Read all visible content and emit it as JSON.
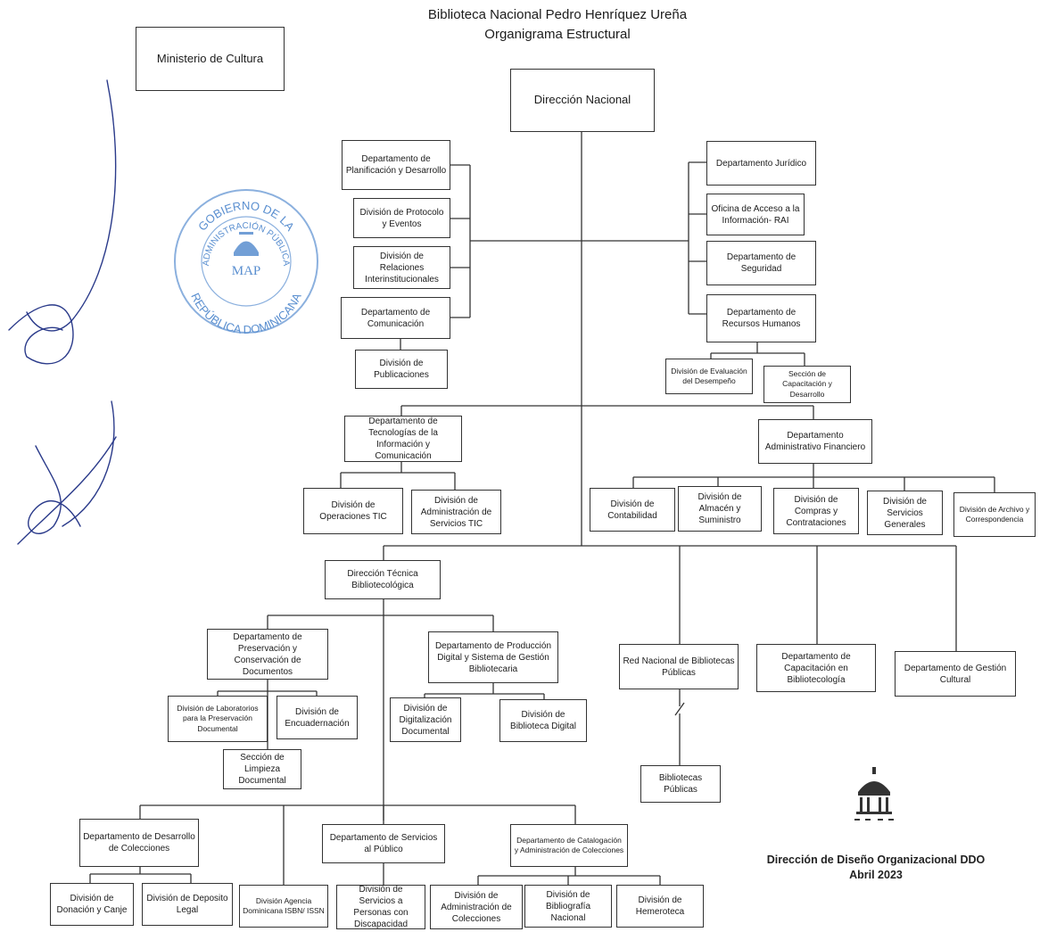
{
  "header": {
    "title": "Biblioteca Nacional Pedro Henríquez Ureña",
    "subtitle": "Organigrama Estructural"
  },
  "nodes": {
    "ministerio": "Ministerio de Cultura",
    "direccion_nacional": "Dirección Nacional",
    "planificacion": "Departamento de Planificación y Desarrollo",
    "protocolo": "División de Protocolo y Eventos",
    "relaciones": "División de Relaciones Interinstitucionales",
    "comunicacion": "Departamento de Comunicación",
    "publicaciones": "División de Publicaciones",
    "juridico": "Departamento Jurídico",
    "rai": "Oficina de Acceso a la Información- RAI",
    "seguridad": "Departamento de Seguridad",
    "rrhh": "Departamento de Recursos Humanos",
    "evaluacion": "División de Evaluación del Desempeño",
    "capacitacion_rrhh": "Sección de Capacitación y Desarrollo",
    "tic": "Departamento de Tecnologías de la Información y Comunicación",
    "operaciones_tic": "División de Operaciones TIC",
    "admin_tic": "División de Administración de Servicios TIC",
    "admin_financiero": "Departamento Administrativo Financiero",
    "contabilidad": "División de Contabilidad",
    "almacen": "División de Almacén y Suministro",
    "compras": "División de Compras y Contrataciones",
    "servicios_generales": "División de Servicios Generales",
    "archivo": "División de Archivo y Correspondencia",
    "direccion_tecnica": "Dirección Técnica Bibliotecológica",
    "preservacion": "Departamento de Preservación y Conservación de Documentos",
    "laboratorios": "División de Laboratorios para la Preservación Documental",
    "encuadernacion": "División de Encuadernación",
    "limpieza": "Sección de Limpieza Documental",
    "produccion_digital": "Departamento de Producción Digital y Sistema de Gestión Bibliotecaria",
    "digitalizacion": "División de Digitalización Documental",
    "biblioteca_digital": "División de Biblioteca Digital",
    "red_nacional": "Red Nacional de Bibliotecas Públicas",
    "bibliotecas_publicas": "Bibliotecas Públicas",
    "capacitacion_biblio": "Departamento de Capacitación en Bibliotecología",
    "gestion_cultural": "Departamento de Gestión Cultural",
    "desarrollo_colecciones": "Departamento de Desarrollo de Colecciones",
    "donacion": "División de Donación y Canje",
    "deposito": "División de Deposito Legal",
    "isbn": "División Agencia Dominicana ISBN/ ISSN",
    "servicios_publico": "Departamento de Servicios al Público",
    "discapacidad": "División de Servicios a Personas con Discapacidad",
    "catalogacion": "Departamento de Catalogación y Administración de Colecciones",
    "admin_colecciones": "División de Administración de Colecciones",
    "bibliografia": "División de Bibliografía Nacional",
    "hemeroteca": "División de Hemeroteca"
  },
  "stamp": {
    "top": "GOBIERNO DE LA",
    "middle": "ADMINISTRACIÓN PÚBLICA",
    "bottom": "REPÚBLICA DOMINICANA",
    "logo": "MAP",
    "icon": "dome-icon"
  },
  "footer": {
    "line1": "Dirección de Diseño Organizacional DDO",
    "line2": "Abril 2023"
  }
}
